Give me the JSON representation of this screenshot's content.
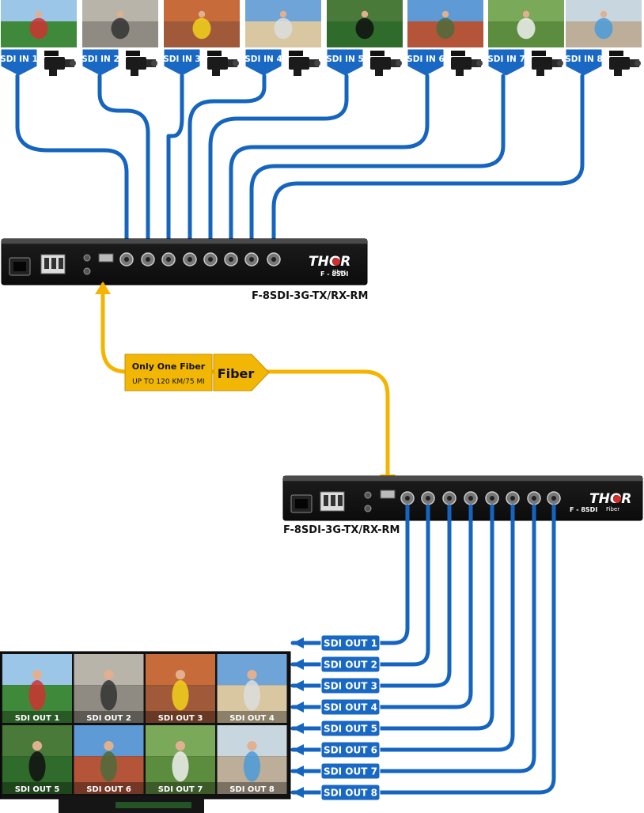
{
  "inputs": [
    {
      "label": "SDI IN 1",
      "scene": "soccer-field"
    },
    {
      "label": "SDI IN 2",
      "scene": "skimboard-beach"
    },
    {
      "label": "SDI IN 3",
      "scene": "rescue-helicopter"
    },
    {
      "label": "SDI IN 4",
      "scene": "lifeguard-tower"
    },
    {
      "label": "SDI IN 5",
      "scene": "soccer-match"
    },
    {
      "label": "SDI IN 6",
      "scene": "red-rock-canyon"
    },
    {
      "label": "SDI IN 7",
      "scene": "soccer-kick"
    },
    {
      "label": "SDI IN 8",
      "scene": "surfers-beach"
    }
  ],
  "outputs": [
    {
      "label": "SDI OUT 1",
      "scene": "soccer-field"
    },
    {
      "label": "SDI OUT 2",
      "scene": "skimboard-beach"
    },
    {
      "label": "SDI OUT 3",
      "scene": "rescue-helicopter"
    },
    {
      "label": "SDI OUT 4",
      "scene": "lifeguard-tower"
    },
    {
      "label": "SDI OUT 5",
      "scene": "soccer-match"
    },
    {
      "label": "SDI OUT 6",
      "scene": "red-rock-canyon"
    },
    {
      "label": "SDI OUT 7",
      "scene": "soccer-kick"
    },
    {
      "label": "SDI OUT 8",
      "scene": "surfers-beach"
    }
  ],
  "transmitter": {
    "model": "F-8SDI-3G-TX/RX-RM",
    "panel_label": "F - 8SDI",
    "brand": "THOR",
    "brand_sub": "Fiber"
  },
  "receiver": {
    "model": "F-8SDI-3G-TX/RX-RM",
    "panel_label": "F - 8SDI",
    "brand": "THOR",
    "brand_sub": "Fiber"
  },
  "fiber": {
    "line1": "Only One Fiber",
    "line2": "UP TO 120 KM/75 MI",
    "tag": "Fiber"
  },
  "colors": {
    "cable_blue": "#1565c0",
    "fiber_yellow": "#f5b400",
    "label_blue": "#1868c4",
    "chassis": "#141414",
    "callout_fill": "#f2b705"
  }
}
